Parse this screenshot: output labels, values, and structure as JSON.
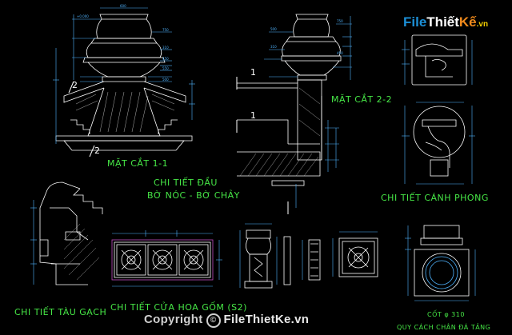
{
  "logo": {
    "file": "File",
    "thiet": "Thiết",
    "ke": "Kế",
    "vn": ".vn"
  },
  "labels": {
    "mat_cat_11": "MẶT CẮT 1-1",
    "mat_cat_22": "MẶT CẮT 2-2",
    "chi_tiet_dau_1": "CHI TIẾT ĐẦU",
    "chi_tiet_dau_2": "BỜ NÓC - BỜ CHẢY",
    "canh_phong": "CHI TIẾT CÁNH PHONG",
    "tau_gach": "CHI TIẾT TÀU GẠCH",
    "cua_hoa": "CHI TIẾT CỬA HOA GỐM (S2)",
    "cot": "CỐT φ 310",
    "quy_cach": "QUY CÁCH CHÂN ĐÁ TẢNG",
    "sec_1": "1",
    "sec_2": "2"
  },
  "watermark": {
    "prefix": "Copyright",
    "symbol": "©",
    "brand": "FileThietKe.vn"
  },
  "colors": {
    "bg": "#000000",
    "line": "#ffffff",
    "dim": "#4fb4ff",
    "text": "#46e646",
    "accent": "#c44ec4"
  }
}
